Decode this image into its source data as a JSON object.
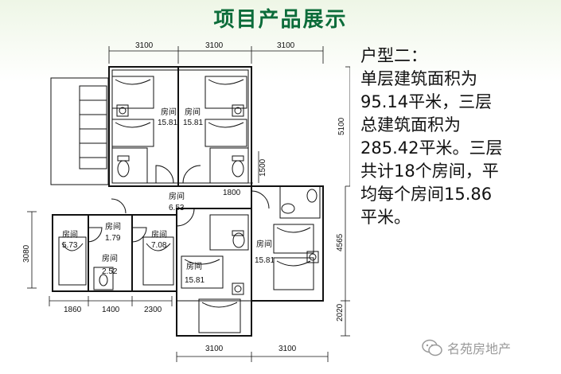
{
  "title": "项目产品展示",
  "description_lines": [
    "户型二：",
    "单层建筑面积为",
    "95.14平米，三层",
    "总建筑面积为",
    "285.42平米。三层",
    "共计18个房间，平",
    "均每个房间15.86",
    "平米。"
  ],
  "floor_plan": {
    "dimensions": {
      "top": [
        "3100",
        "3100",
        "3100"
      ],
      "bottom_left": [
        "1860",
        "1400",
        "2300"
      ],
      "bottom": [
        "3100",
        "3100"
      ],
      "right_upper": "5100",
      "right_lower": [
        "4565",
        "2020"
      ],
      "left": "3080",
      "corridor_v": "1500",
      "corridor_h": "1800"
    },
    "rooms": [
      {
        "label": "房间",
        "area": "15.81"
      },
      {
        "label": "房间",
        "area": "15.81"
      },
      {
        "label": "房间",
        "area": "6.53"
      },
      {
        "label": "房间",
        "area": "5.73"
      },
      {
        "label": "房间",
        "area": "1.79"
      },
      {
        "label": "房间",
        "area": "2.52"
      },
      {
        "label": "房间",
        "area": "7.08"
      },
      {
        "label": "房间",
        "area": "15.81"
      },
      {
        "label": "房间",
        "area": "15.81"
      }
    ]
  },
  "watermark": "名苑房地产",
  "colors": {
    "title": "#0c6c3a",
    "lines": "#111111",
    "watermark": "#9a9a9a"
  }
}
